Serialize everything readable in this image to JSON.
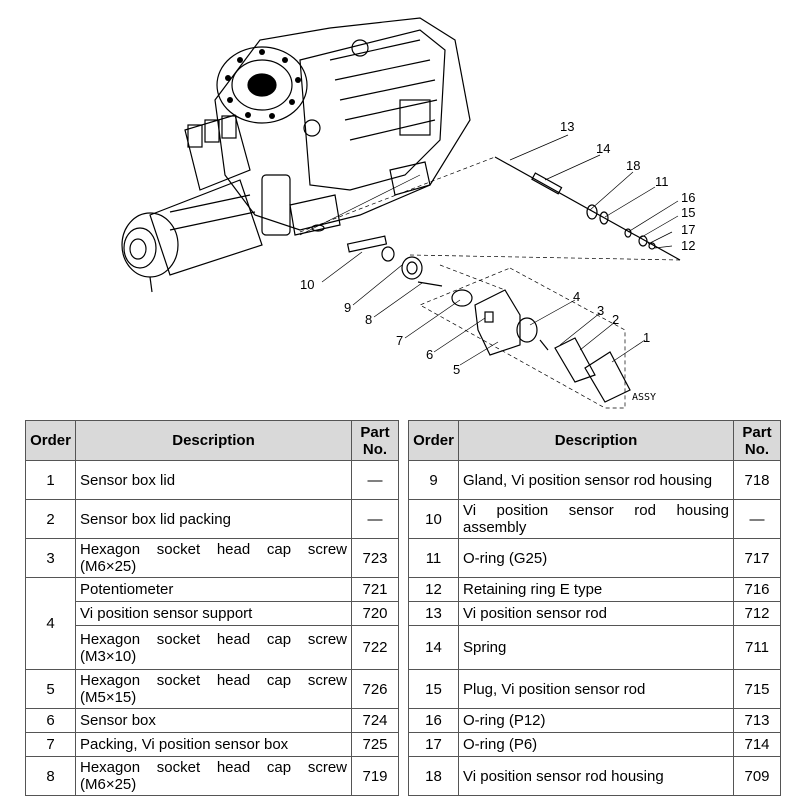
{
  "diagram": {
    "callouts": [
      "1",
      "2",
      "3",
      "4",
      "5",
      "6",
      "7",
      "8",
      "9",
      "10",
      "11",
      "12",
      "13",
      "14",
      "15",
      "16",
      "17",
      "18"
    ],
    "assy_label": "ASSY"
  },
  "table": {
    "headers": {
      "order": "Order",
      "description": "Description",
      "part_no": "Part No."
    },
    "left": [
      {
        "order": "1",
        "items": [
          {
            "description": "Sensor box lid",
            "part_no": "—"
          }
        ]
      },
      {
        "order": "2",
        "items": [
          {
            "description": "Sensor box lid packing",
            "part_no": "—"
          }
        ]
      },
      {
        "order": "3",
        "items": [
          {
            "description": "Hexagon socket head cap screw (M6×25)",
            "part_no": "723"
          }
        ]
      },
      {
        "order": "4",
        "items": [
          {
            "description": "Potentiometer",
            "part_no": "721"
          },
          {
            "description": "Vi position sensor support",
            "part_no": "720"
          },
          {
            "description": "Hexagon socket head cap screw (M3×10)",
            "part_no": "722"
          }
        ]
      },
      {
        "order": "5",
        "items": [
          {
            "description": "Hexagon socket head cap screw (M5×15)",
            "part_no": "726"
          }
        ]
      },
      {
        "order": "6",
        "items": [
          {
            "description": "Sensor box",
            "part_no": "724"
          }
        ]
      },
      {
        "order": "7",
        "items": [
          {
            "description": "Packing, Vi position sensor box",
            "part_no": "725"
          }
        ]
      },
      {
        "order": "8",
        "items": [
          {
            "description": "Hexagon socket head cap screw (M6×25)",
            "part_no": "719"
          }
        ]
      }
    ],
    "right": [
      {
        "order": "9",
        "items": [
          {
            "description": "Gland, Vi position sensor rod housing",
            "part_no": "718"
          }
        ]
      },
      {
        "order": "10",
        "items": [
          {
            "description": "Vi position sensor rod housing assembly",
            "part_no": "—"
          }
        ]
      },
      {
        "order": "11",
        "items": [
          {
            "description": "O-ring (G25)",
            "part_no": "717"
          }
        ]
      },
      {
        "order": "12",
        "items": [
          {
            "description": "Retaining ring E type",
            "part_no": "716"
          }
        ]
      },
      {
        "order": "13",
        "items": [
          {
            "description": "Vi position sensor rod",
            "part_no": "712"
          }
        ]
      },
      {
        "order": "14",
        "items": [
          {
            "description": "Spring",
            "part_no": "711"
          }
        ]
      },
      {
        "order": "15",
        "items": [
          {
            "description": "Plug, Vi position sensor rod",
            "part_no": "715"
          }
        ]
      },
      {
        "order": "16",
        "items": [
          {
            "description": "O-ring (P12)",
            "part_no": "713"
          }
        ]
      },
      {
        "order": "17",
        "items": [
          {
            "description": "O-ring (P6)",
            "part_no": "714"
          }
        ]
      },
      {
        "order": "18",
        "items": [
          {
            "description": "Vi position sensor rod housing",
            "part_no": "709"
          }
        ]
      }
    ]
  }
}
